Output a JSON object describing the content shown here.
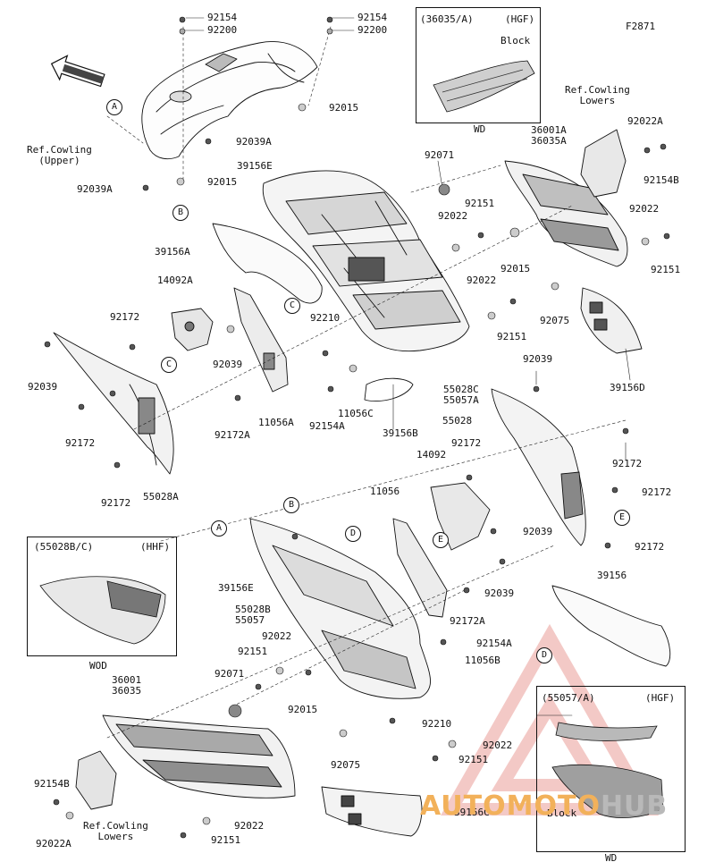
{
  "diagram_code": "F2871",
  "front_arrow": "FRONT",
  "inset_boxes": [
    {
      "code": "(36035/A)",
      "market": "(HGF)",
      "note": "Block",
      "footer": "WD"
    },
    {
      "code": "(55028B/C)",
      "market": "(HHF)",
      "footer": "WOD"
    },
    {
      "code": "(55057/A)",
      "market": "(HGF)",
      "note": "Block",
      "footer": "WD"
    }
  ],
  "labels": [
    "92154",
    "92200",
    "92154",
    "92200",
    "92015",
    "92039A",
    "Ref.Cowling\n(Upper)",
    "92039A",
    "92015",
    "39156E",
    "92071",
    "Ref.Cowling\nLowers",
    "92022A",
    "92154B",
    "36001A\n36035A",
    "92151",
    "92022",
    "92022",
    "92151",
    "92015",
    "39156A",
    "14092A",
    "92172",
    "92039",
    "92039",
    "92210",
    "92022",
    "92151",
    "92075",
    "39156D",
    "11056A",
    "92172A",
    "92154A",
    "11056C",
    "39156B",
    "55028C\n55057A",
    "92039",
    "55028",
    "92172",
    "92172",
    "55028A",
    "92172",
    "14092",
    "92172",
    "11056",
    "92039",
    "92172",
    "92172",
    "39156E",
    "92039",
    "55028B\n55057",
    "92172A",
    "92022",
    "92151",
    "92154A",
    "11056B",
    "39156",
    "92071",
    "36001\n36035",
    "92015",
    "92210",
    "92075",
    "92022",
    "92151",
    "92154B",
    "39156C",
    "Ref.Cowling\nLowers",
    "92022A",
    "92022",
    "92151"
  ],
  "callouts": [
    "A",
    "B",
    "C",
    "C",
    "A",
    "B",
    "D",
    "E",
    "D",
    "E"
  ],
  "watermark": {
    "part1": "AUTOMOTO",
    "part2": "HUB",
    "color1": "#f2b15a",
    "color2": "#b9b9b9"
  }
}
